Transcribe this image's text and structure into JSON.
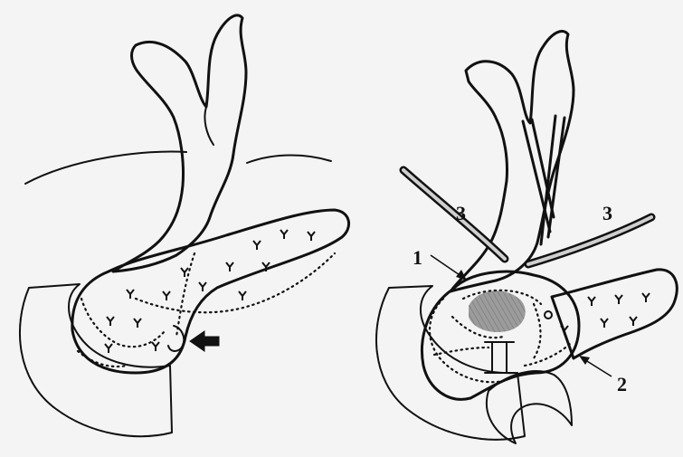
{
  "labels": {
    "one": "1",
    "two": "2",
    "three_left": "3",
    "three_right": "3"
  },
  "colors": {
    "background": "#f4f4f4",
    "duodenum": "#e8e8e8",
    "pancreas": "#c9c9c9",
    "gallbladder_liver": "#a7a7a7",
    "pancreas_dark_patch": "#9e9e9e",
    "ink": "#111111"
  }
}
